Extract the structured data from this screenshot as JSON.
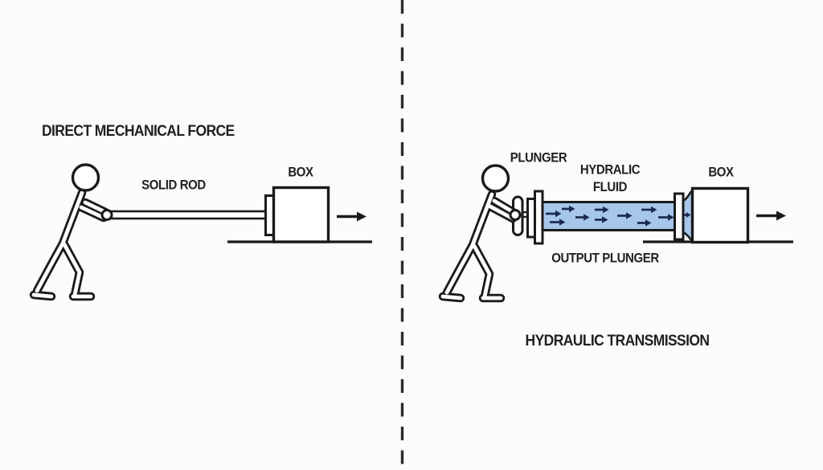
{
  "colors": {
    "background": "#fcfcfc",
    "line": "#1a1a1a",
    "fluid": "#a6c6ea",
    "flow_arrow": "#1c2b4d",
    "text": "#202020"
  },
  "left_panel": {
    "title": "DIRECT MECHANICAL FORCE",
    "rod_label": "SOLID ROD",
    "box_label": "BOX"
  },
  "right_panel": {
    "plunger_label": "PLUNGER",
    "fluid_label_line1": "HYDRALIC",
    "fluid_label_line2": "FLUID",
    "output_plunger_label": "OUTPUT PLUNGER",
    "box_label": "BOX",
    "title": "HYDRAULIC TRANSMISSION"
  }
}
